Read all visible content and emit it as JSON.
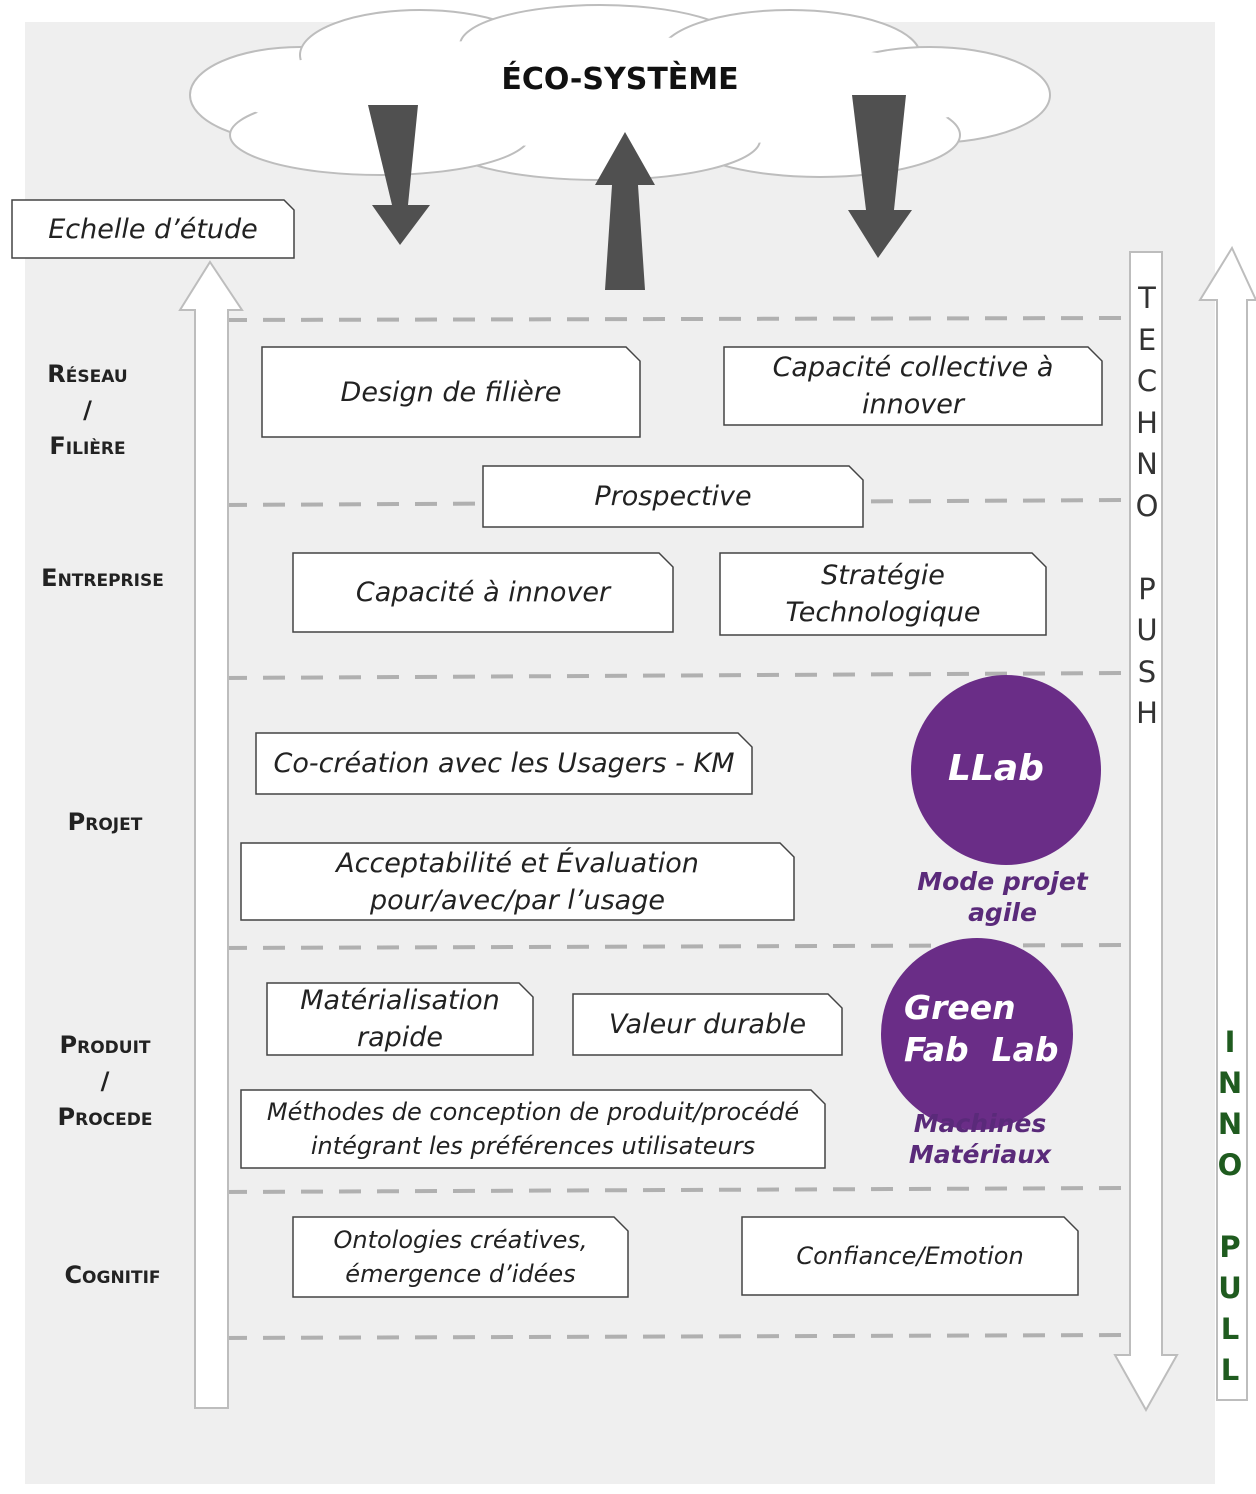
{
  "title": "ÉCO-SYSTÈME",
  "scale_label": "Echelle d’étude",
  "levels": [
    {
      "label": "Réseau\n/\nFilière"
    },
    {
      "label": "Entreprise"
    },
    {
      "label": "Projet"
    },
    {
      "label": "Produit\n/\nProcede"
    },
    {
      "label": "Cognitif"
    }
  ],
  "boxes": {
    "design_filiere": "Design de filière",
    "capacite_collective": "Capacité collective à\ninnover",
    "prospective": "Prospective",
    "capacite_innover": "Capacité à innover",
    "strategie_tech": "Stratégie\nTechnologique",
    "co_creation": "Co-création avec les Usagers - KM",
    "acceptabilite": "Acceptabilité et Évaluation\npour/avec/par l’usage",
    "materialisation": "Matérialisation\nrapide",
    "valeur_durable": "Valeur durable",
    "methodes": "Méthodes de conception de produit/procédé\nintégrant les préférences utilisateurs",
    "ontologies": "Ontologies créatives,\némergence d’idées",
    "confiance": "Confiance/Emotion"
  },
  "llab": {
    "label": "LLab",
    "caption": "Mode projet\nagile"
  },
  "greenfablab": {
    "line1": "Green",
    "line2": "Fab  Lab",
    "caption": "Machines\nMatériaux"
  },
  "techno_push": {
    "letters": [
      "T",
      "E",
      "C",
      "H",
      "N",
      "O",
      "",
      "P",
      "U",
      "S",
      "H"
    ]
  },
  "inno_pull": {
    "letters": [
      "I",
      "N",
      "N",
      "O",
      "",
      "P",
      "U",
      "L",
      "L"
    ]
  },
  "colors": {
    "purple": "#6a2d87",
    "caption_purple": "#5a2a7a",
    "inno_green": "#1f5b1f",
    "arrow_grey": "#505050",
    "dash_grey": "#b0b0b0"
  }
}
